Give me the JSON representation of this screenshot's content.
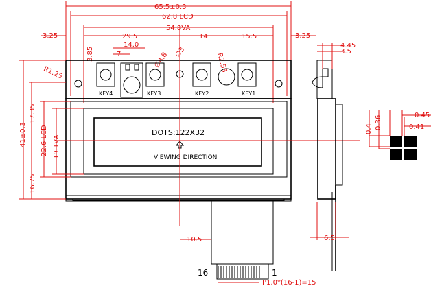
{
  "dimensions": {
    "overall_width": "65.5±0.3",
    "lcd_width": "62.8 LCD",
    "va_width": "54.8VA",
    "left_margin": "3.25",
    "right_margin": "3.25",
    "key_span_left": "29.5",
    "key_span_mid": "14",
    "key_span_right": "15.5",
    "led_span": "14.0",
    "led_sub": "7",
    "key_height_offset": "3.85",
    "hole_dia": "∅4.8",
    "led_dia": "∅3",
    "screw_radius": "R2.55",
    "corner_radius": "R1.25",
    "total_height": "41±0.3",
    "lcd_height": "17.35",
    "lcd_h2": "22.6 LCD",
    "va_height": "19.1VA",
    "bottom_height": "16.75",
    "side_top": "4.45",
    "side_mid": "3.5",
    "fpc_offset": "10.5",
    "side_bottom": "6.5",
    "pitch": "P1.0*(16-1)=15",
    "pixel_a": "0.45",
    "pixel_b": "0.41",
    "pixel_c": "0.36",
    "pixel_d": "0.4"
  },
  "labels": {
    "keys": [
      "KEY4",
      "KEY3",
      "KEY2",
      "KEY1"
    ],
    "dots": "DOTS:122X32",
    "viewing": "VIEWING DIRECTION",
    "pin_first": "16",
    "pin_last": "1"
  }
}
